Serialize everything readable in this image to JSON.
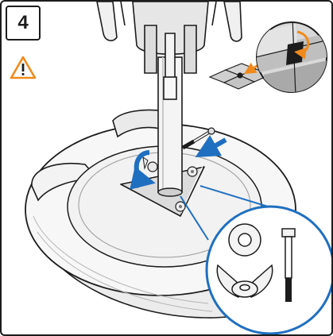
{
  "step": {
    "number": "4"
  },
  "icons": {
    "warning": "warning-triangle-icon",
    "rotate": "rotation-arrow-icon",
    "insert": "insert-arrow-icon"
  },
  "parts_detail": {
    "items": [
      "washer",
      "wing-nut",
      "bolt"
    ]
  },
  "colors": {
    "accent_blue": "#1f6fc0",
    "warning_orange": "#f08a1c",
    "outline": "#1c1c1c",
    "shading": "#d9d9d9"
  }
}
